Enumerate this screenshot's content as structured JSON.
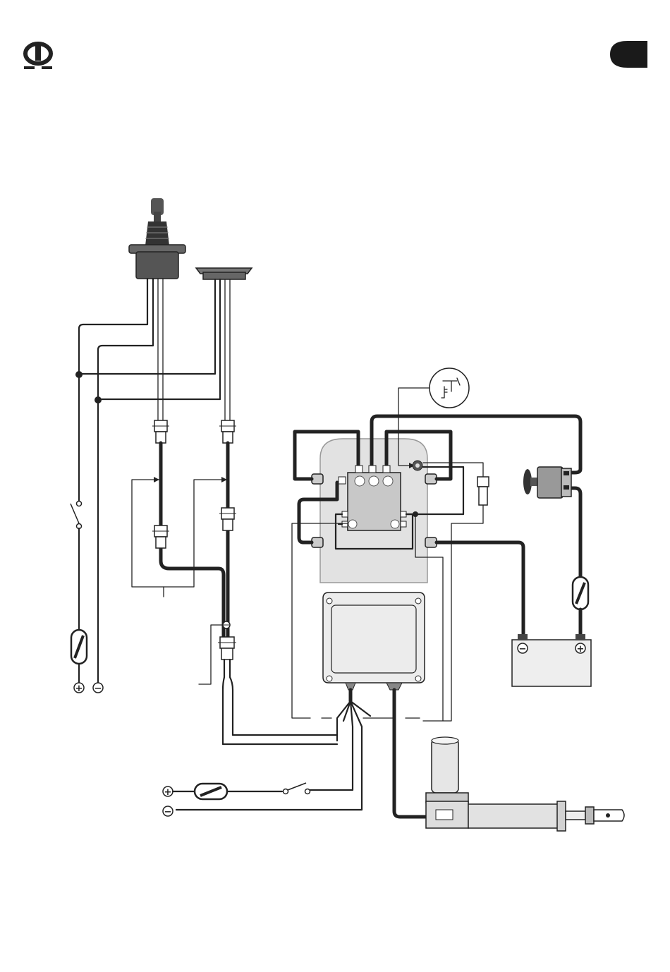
{
  "colors": {
    "ink": "#222222",
    "pump_body": "#e2e2e2",
    "valve_block": "#c9c9c9",
    "control_box": "#ececec",
    "battery": "#eeeeee",
    "joystick": "#555555"
  },
  "icons": {
    "logo": "quick-logo-icon",
    "page_tab": "black-page-tab",
    "positive": "plus-symbol",
    "negative": "minus-symbol"
  },
  "symbols": {
    "plus": "+",
    "minus": "−"
  }
}
